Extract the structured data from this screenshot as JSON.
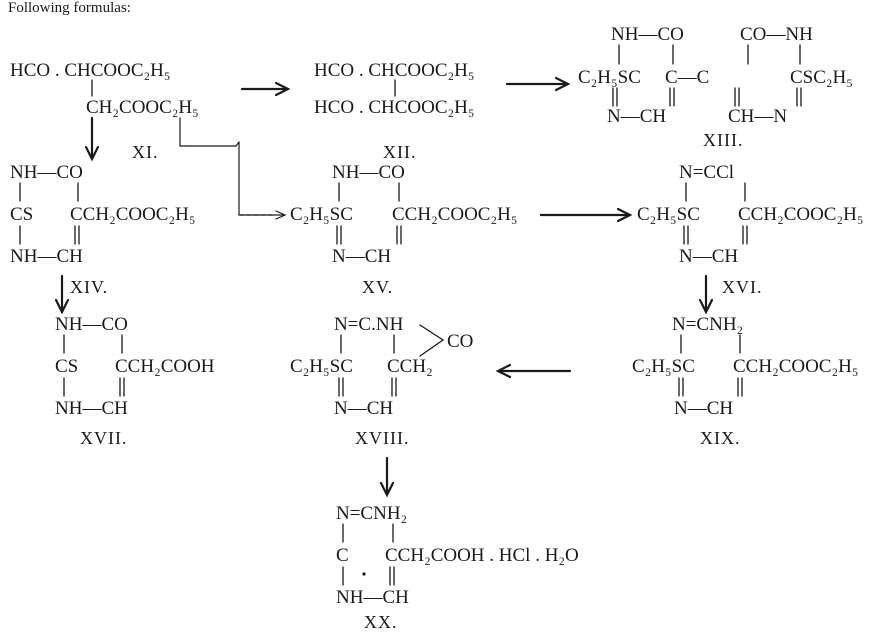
{
  "caption_fragment": "Following formulas:",
  "compounds": {
    "XI": {
      "label": "XI.",
      "rows": [
        "HCO . CHCOOC₂H₅",
        "CH₂COOC₂H₅"
      ]
    },
    "XII": {
      "label": "XII.",
      "rows": [
        "HCO . CHCOOC₂H₅",
        "HCO . CHCOOC₂H₅"
      ]
    },
    "XIII": {
      "label": "XIII.",
      "rows": [
        "NH—CO",
        "CO—NH",
        "C₂H₅SC",
        "C—C",
        "CSC₂H₅",
        "N—CH",
        "CH—N"
      ]
    },
    "XIV": {
      "label": "XIV.",
      "rows": [
        "NH—CO",
        "CS",
        "CCH₂COOC₂H₅",
        "NH—CH"
      ]
    },
    "XV": {
      "label": "XV.",
      "rows": [
        "NH—CO",
        "C₂H₅SC",
        "CCH₂COOC₂H₅",
        "N—CH"
      ]
    },
    "XVI": {
      "label": "XVI.",
      "rows": [
        "N=CCl",
        "C₂H₅SC",
        "CCH₂COOC₂H₅",
        "N—CH"
      ]
    },
    "XVII": {
      "label": "XVII.",
      "rows": [
        "NH—CO",
        "CS",
        "CCH₂COOH",
        "NH—CH"
      ]
    },
    "XVIII": {
      "label": "XVIII.",
      "rows": [
        "N=C.NH",
        "CO",
        "C₂H₅SC",
        "CCH₂",
        "N—CH"
      ]
    },
    "XIX": {
      "label": "XIX.",
      "rows": [
        "N=CNH₂",
        "C₂H₅SC",
        "CCH₂COOC₂H₅",
        "N—CH"
      ]
    },
    "XX": {
      "label": "XX.",
      "rows": [
        "N=CNH₂",
        "C",
        "CCH₂COOH . HCl . H₂O",
        "NH—CH"
      ]
    }
  }
}
